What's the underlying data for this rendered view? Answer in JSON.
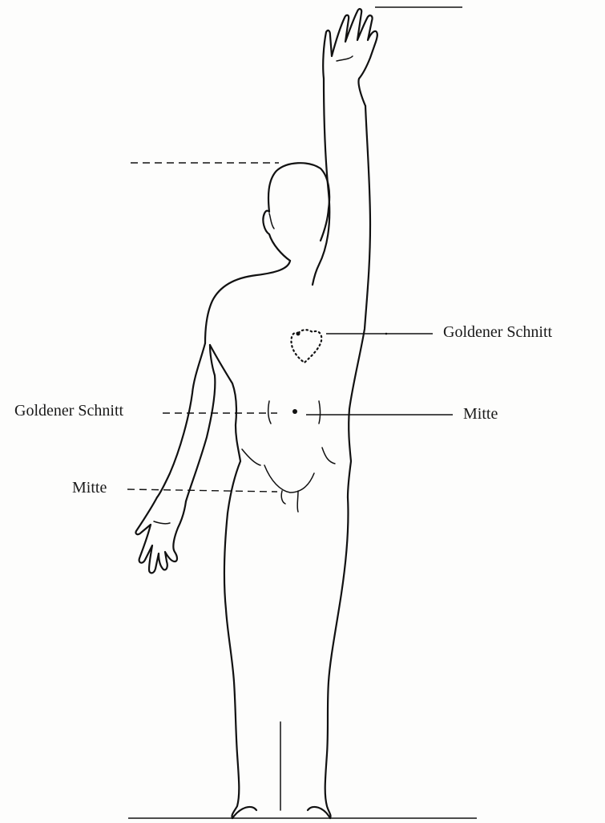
{
  "labels": {
    "heart": "Goldener Schnitt",
    "golden_section_left": "Goldener Schnitt",
    "navel": "Mitte",
    "middle_left": "Mitte"
  },
  "colors": {
    "ink": "#111111",
    "paper": "#fdfdfc"
  }
}
